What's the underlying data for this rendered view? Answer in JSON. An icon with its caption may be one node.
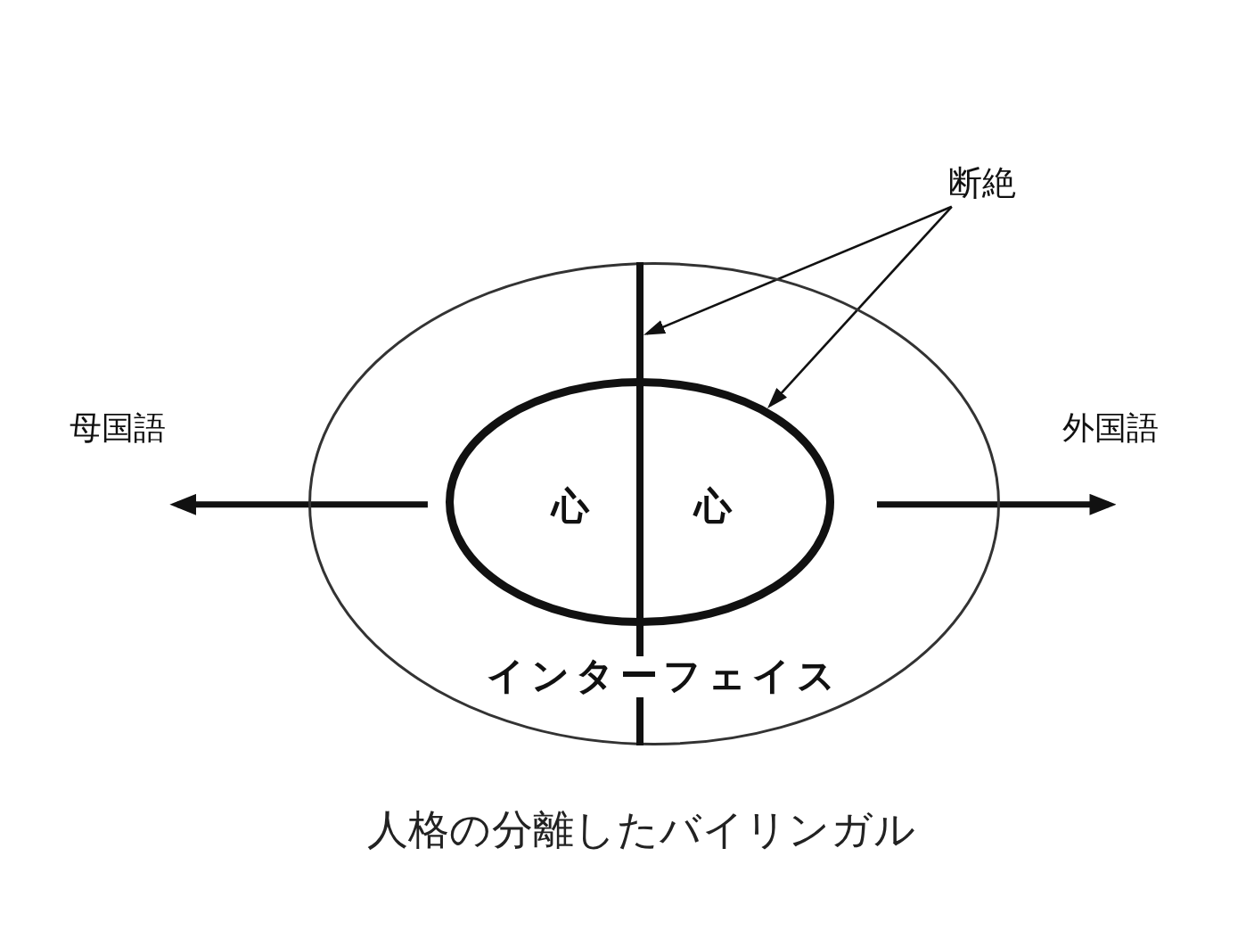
{
  "diagram": {
    "caption": "人格の分離したバイリンガル",
    "nodes": [
      {
        "text": [
          "断絶"
        ]
      },
      {
        "text": [
          "母国語"
        ]
      },
      {
        "text": [
          "外国語"
        ]
      },
      {
        "text": [
          "インターフェイス"
        ]
      },
      {
        "text": [],
        "shape": "line",
        "in": 3
      },
      {
        "text": [
          "心",
          "心"
        ],
        "in": 3
      }
    ],
    "edges": [
      {
        "from": 5,
        "to": 1,
        "arrow": "to",
        "style": "thick"
      },
      {
        "from": 5,
        "to": 2,
        "arrow": "to",
        "style": "thick"
      },
      {
        "from": 0,
        "to": 4,
        "arrow": "to"
      },
      {
        "from": 0,
        "to": 5,
        "arrow": "to"
      }
    ]
  }
}
